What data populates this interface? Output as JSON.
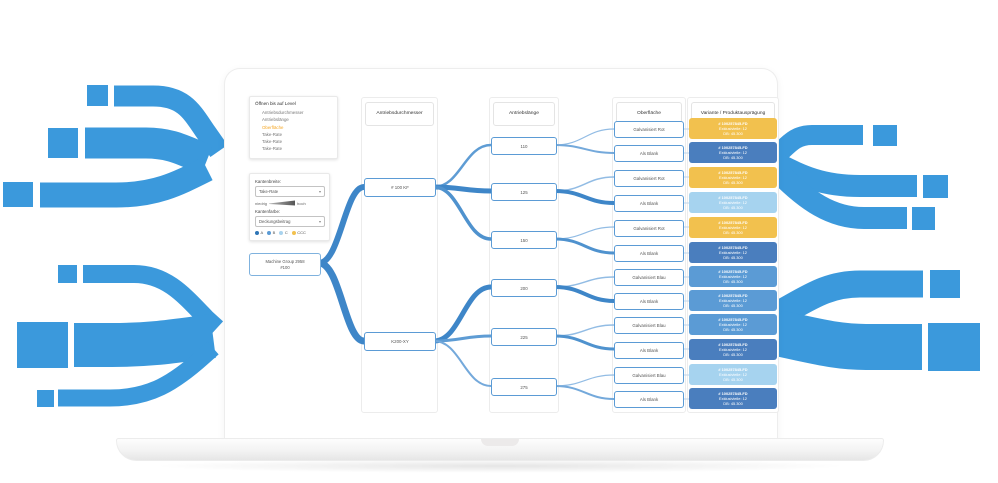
{
  "decor_color": "#3B99DC",
  "app": {
    "levels_panel": {
      "title": "Öffnen bis auf Level",
      "items": [
        {
          "label": "Antriebsdurchmesser"
        },
        {
          "label": "Antriebslänge"
        },
        {
          "label": "Oberfläche"
        },
        {
          "label": "Take-Rate"
        },
        {
          "label": "Take-Rate"
        },
        {
          "label": "Take-Rate"
        }
      ],
      "active_item": "Oberfläche",
      "active_color": "#F5A623"
    },
    "edge_panel": {
      "width_label": "Kantenbreite:",
      "width_value": "Take-Rate",
      "caret": "▾",
      "scale_low": "niedrig",
      "scale_high": "hoch",
      "color_label": "Kantenfarbe:",
      "color_value": "Deckungsbeitrag",
      "legend": [
        {
          "label": "A",
          "color": "#2E75B6"
        },
        {
          "label": "B",
          "color": "#5B9BD5"
        },
        {
          "label": "C",
          "color": "#A9D3EE"
        },
        {
          "label": "CCC",
          "color": "#F2C14E"
        }
      ]
    },
    "columns": [
      {
        "label": "Antriebsdurchmesser"
      },
      {
        "label": "Antriebslänge"
      },
      {
        "label": "Oberfläche"
      },
      {
        "label": "Variante / Produktausprägung"
      }
    ],
    "tree": {
      "root": {
        "line1": "Machine Group 2958",
        "line2": "#100"
      },
      "level2": [
        {
          "label": "# 100 KF"
        },
        {
          "label": "K200-XY"
        }
      ],
      "lengths": [
        {
          "label": "110"
        },
        {
          "label": "125"
        },
        {
          "label": "150"
        },
        {
          "label": "200"
        },
        {
          "label": "225"
        },
        {
          "label": "275"
        }
      ],
      "surfaces": [
        {
          "label": "Galvanisiert Rot"
        },
        {
          "label": "Als Blank"
        },
        {
          "label": "Galvanisiert Rot"
        },
        {
          "label": "Als Blank"
        },
        {
          "label": "Galvanisiert Rot"
        },
        {
          "label": "Als Blank"
        },
        {
          "label": "Galvanisiert Blau"
        },
        {
          "label": "Als Blank"
        },
        {
          "label": "Galvanisiert Blau"
        },
        {
          "label": "Als Blank"
        },
        {
          "label": "Galvanisiert Blau"
        },
        {
          "label": "Als Blank"
        }
      ],
      "variants": [
        {
          "id": "# 100257845-FD",
          "parts": "Exklusivteile: 12",
          "db": "DB: 45.300",
          "color": "#F2C14E"
        },
        {
          "id": "# 100257845-FD",
          "parts": "Exklusivteile: 12",
          "db": "DB: 45.300",
          "color": "#4A7EBE"
        },
        {
          "id": "# 100257845-FD",
          "parts": "Exklusivteile: 12",
          "db": "DB: 45.300",
          "color": "#F2C14E"
        },
        {
          "id": "# 100257845-FD",
          "parts": "Exklusivteile: 12",
          "db": "DB: 45.300",
          "color": "#A6D3EF"
        },
        {
          "id": "# 100257845-FD",
          "parts": "Exklusivteile: 12",
          "db": "DB: 45.300",
          "color": "#F2C14E"
        },
        {
          "id": "# 100257845-FD",
          "parts": "Exklusivteile: 12",
          "db": "DB: 45.300",
          "color": "#4A7EBE"
        },
        {
          "id": "# 100257845-FD",
          "parts": "Exklusivteile: 12",
          "db": "DB: 45.300",
          "color": "#5B9BD5"
        },
        {
          "id": "# 100257845-FD",
          "parts": "Exklusivteile: 12",
          "db": "DB: 45.300",
          "color": "#5B9BD5"
        },
        {
          "id": "# 100257845-FD",
          "parts": "Exklusivteile: 12",
          "db": "DB: 45.300",
          "color": "#5B9BD5"
        },
        {
          "id": "# 100257845-FD",
          "parts": "Exklusivteile: 12",
          "db": "DB: 45.300",
          "color": "#4A7EBE"
        },
        {
          "id": "# 100257845-FD",
          "parts": "Exklusivteile: 12",
          "db": "DB: 45.300",
          "color": "#A6D3EF"
        },
        {
          "id": "# 100257845-FD",
          "parts": "Exklusivteile: 12",
          "db": "DB: 45.300",
          "color": "#4A7EBE"
        }
      ]
    }
  }
}
